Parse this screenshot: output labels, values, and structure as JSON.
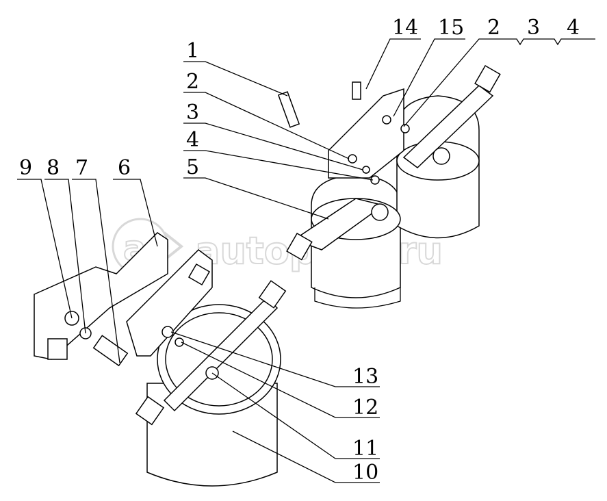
{
  "watermark": "autopiter.ru",
  "callouts": {
    "c14": "14",
    "c15": "15",
    "c2_top": "2",
    "c3_top": "3",
    "c4_top": "4",
    "c1": "1",
    "c2": "2",
    "c3": "3",
    "c4": "4",
    "c5": "5",
    "c9": "9",
    "c8": "8",
    "c7": "7",
    "c6": "6",
    "c13": "13",
    "c12": "12",
    "c11": "11",
    "c10": "10"
  }
}
